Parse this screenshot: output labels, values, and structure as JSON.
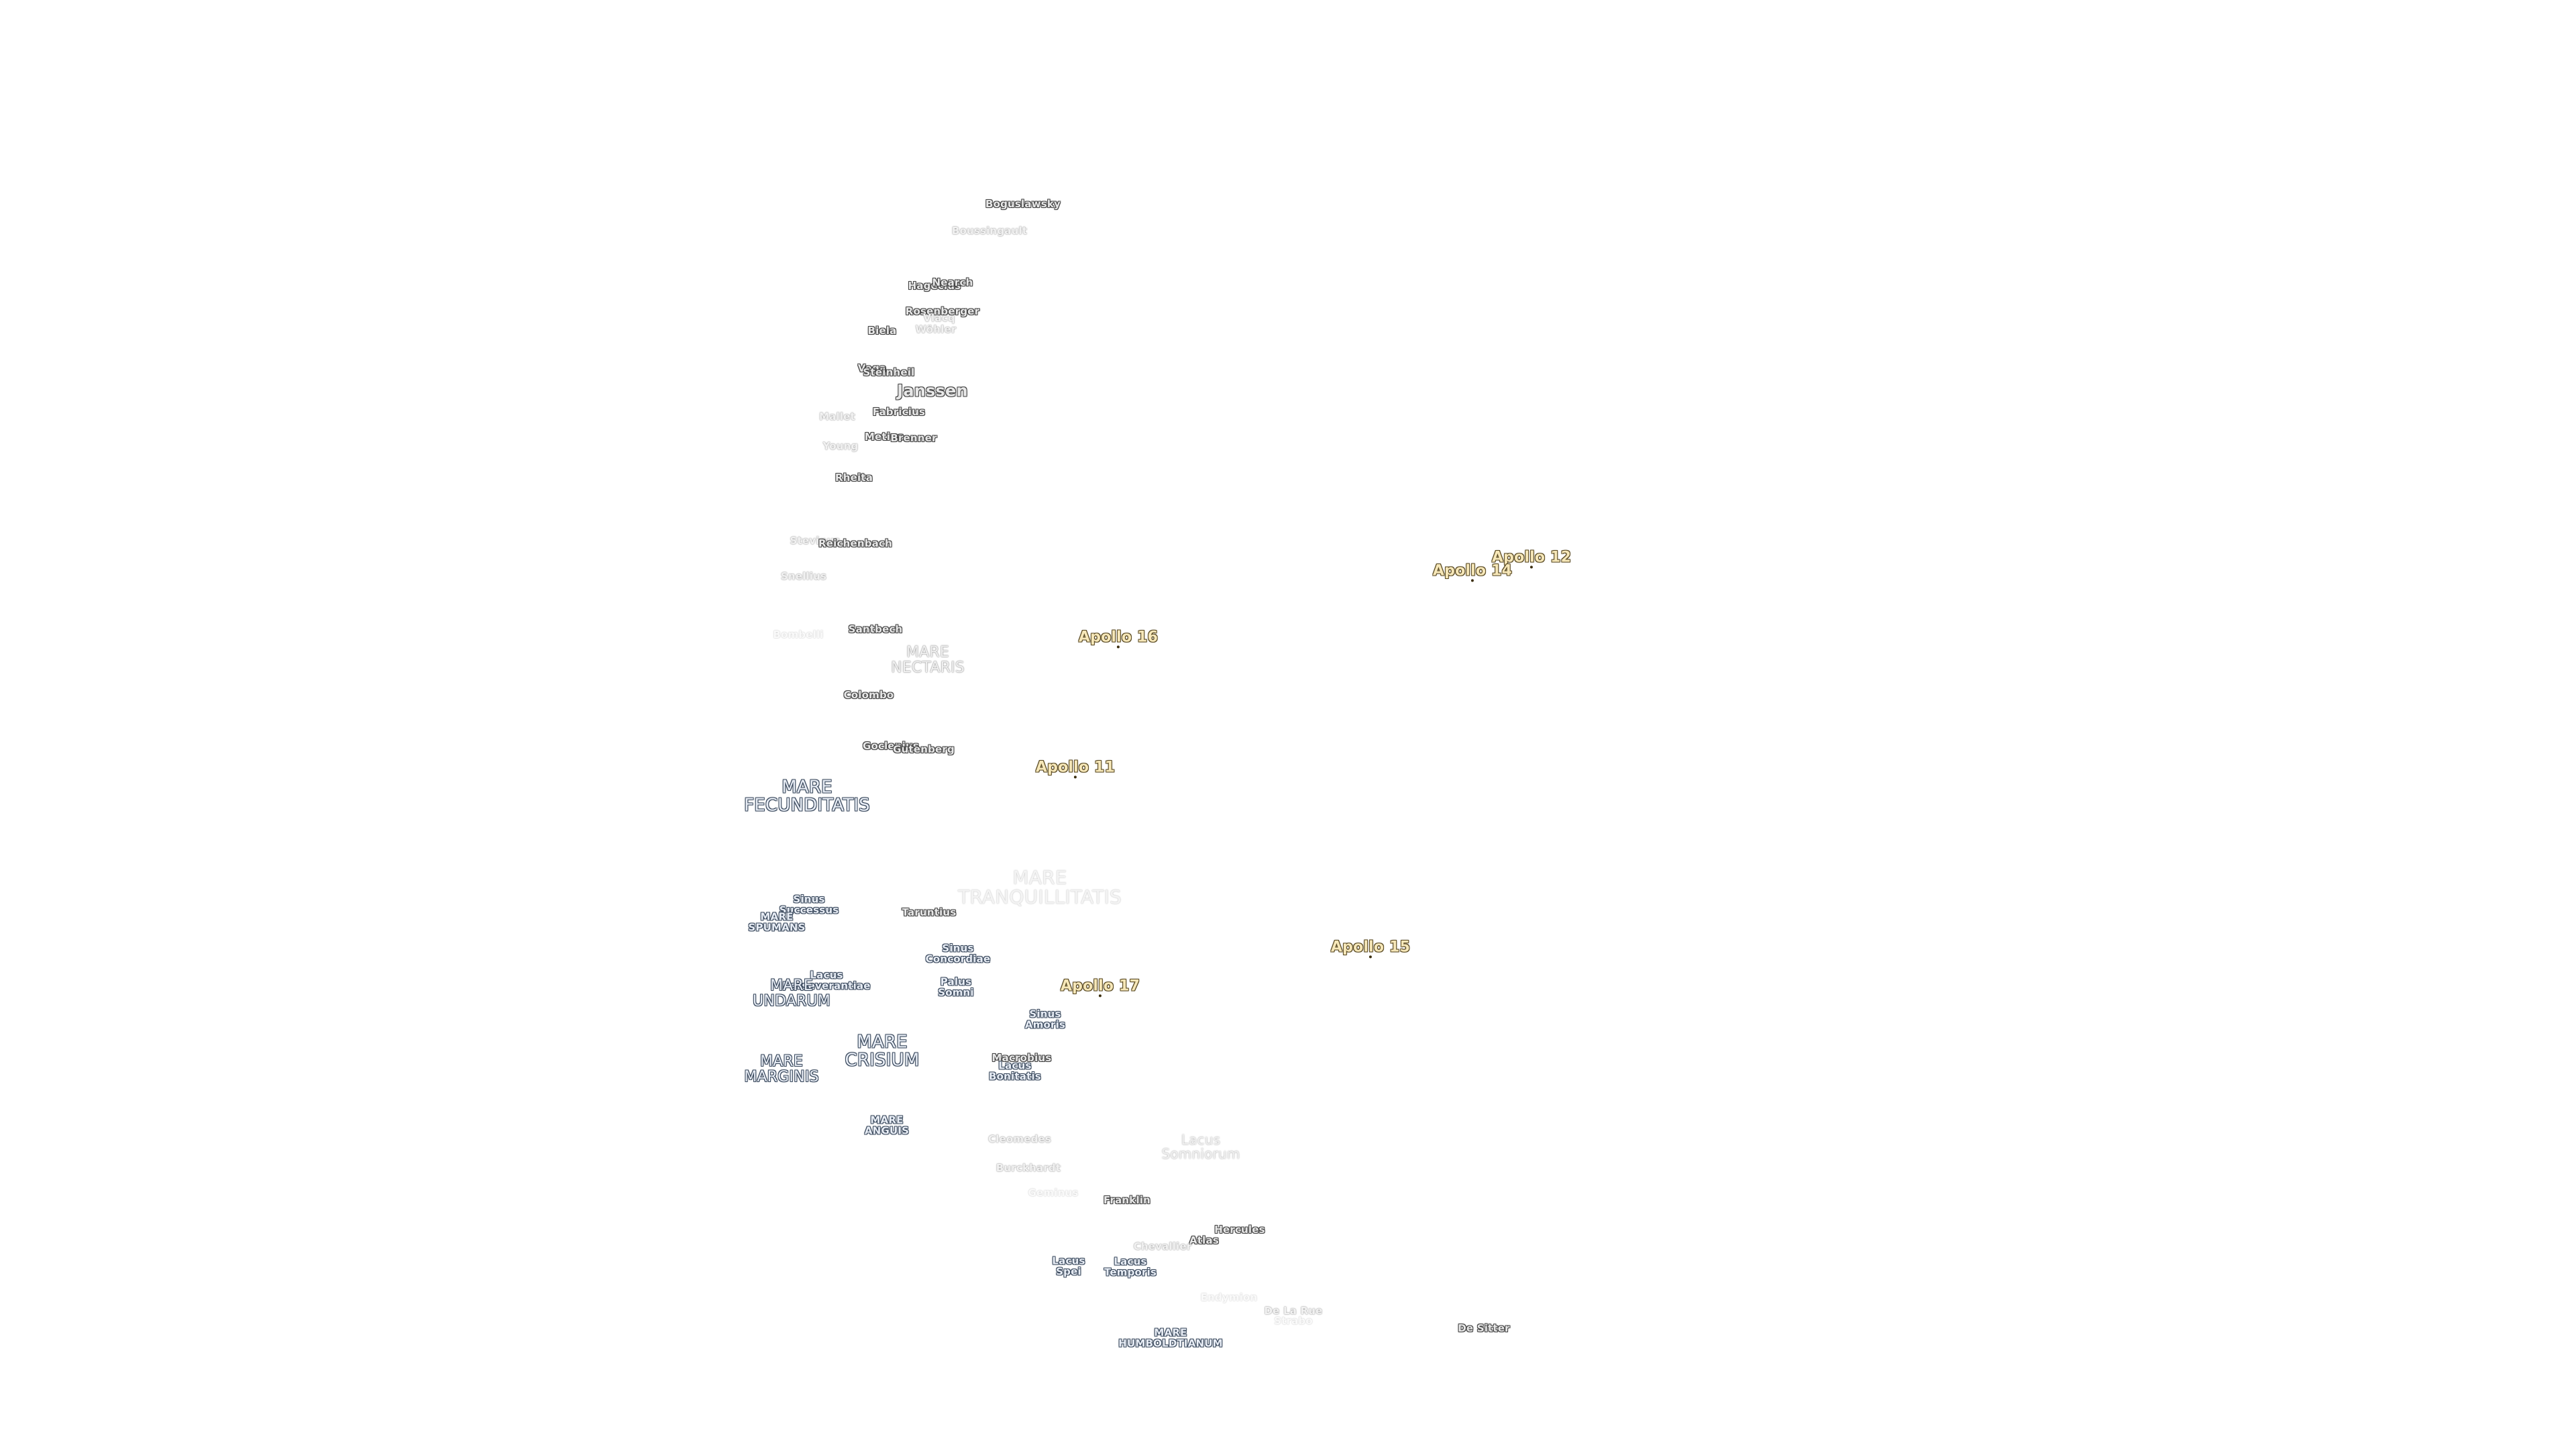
{
  "labels": [
    {
      "id": "boguslawsky",
      "text": "Boguslawsky",
      "kind": "crater"
    },
    {
      "id": "boussingault",
      "text": "Boussingault",
      "kind": "crater",
      "style": "dim"
    },
    {
      "id": "hagecius",
      "text": "Hagecius",
      "kind": "crater"
    },
    {
      "id": "biela",
      "text": "Biela",
      "kind": "crater"
    },
    {
      "id": "rosenberger",
      "text": "Rosenberger",
      "kind": "crater"
    },
    {
      "id": "vlacq",
      "text": "Vlacq",
      "kind": "crater",
      "style": "dim"
    },
    {
      "id": "wohler",
      "text": "Wöhler",
      "kind": "crater",
      "style": "dim"
    },
    {
      "id": "nearch",
      "text": "Nearch",
      "kind": "crater"
    },
    {
      "id": "vega",
      "text": "Vega",
      "kind": "crater"
    },
    {
      "id": "steinheil",
      "text": "Steinheil",
      "kind": "crater"
    },
    {
      "id": "janssen",
      "text": "Janssen",
      "kind": "crater",
      "style": "big"
    },
    {
      "id": "fabricius",
      "text": "Fabricius",
      "kind": "crater"
    },
    {
      "id": "mallet",
      "text": "Mallet",
      "kind": "crater",
      "style": "dim"
    },
    {
      "id": "metius",
      "text": "Metius",
      "kind": "crater"
    },
    {
      "id": "brenner",
      "text": "Brenner",
      "kind": "crater"
    },
    {
      "id": "young",
      "text": "Young",
      "kind": "crater",
      "style": "dim"
    },
    {
      "id": "rheita",
      "text": "Rheita",
      "kind": "crater"
    },
    {
      "id": "stevinus",
      "text": "Stevinus",
      "kind": "crater",
      "style": "dim"
    },
    {
      "id": "reichenbach",
      "text": "Reichenbach",
      "kind": "crater"
    },
    {
      "id": "snellius",
      "text": "Snellius",
      "kind": "crater",
      "style": "dim"
    },
    {
      "id": "bombelli",
      "text": "Bombelli",
      "kind": "crater",
      "style": "faint"
    },
    {
      "id": "santbech",
      "text": "Santbech",
      "kind": "crater"
    },
    {
      "id": "colombo",
      "text": "Colombo",
      "kind": "crater"
    },
    {
      "id": "goclenius",
      "text": "Goclenius",
      "kind": "crater"
    },
    {
      "id": "gutenberg",
      "text": "Gutenberg",
      "kind": "crater"
    },
    {
      "id": "taruntius",
      "text": "Taruntius",
      "kind": "crater"
    },
    {
      "id": "cleomedes",
      "text": "Cleomedes",
      "kind": "crater",
      "style": "dim"
    },
    {
      "id": "burckhardt",
      "text": "Burckhardt",
      "kind": "crater",
      "style": "dim"
    },
    {
      "id": "geminus",
      "text": "Geminus",
      "kind": "crater",
      "style": "faint"
    },
    {
      "id": "franklin",
      "text": "Franklin",
      "kind": "crater"
    },
    {
      "id": "hercules",
      "text": "Hercules",
      "kind": "crater"
    },
    {
      "id": "atlas",
      "text": "Atlas",
      "kind": "crater"
    },
    {
      "id": "chevallier",
      "text": "Chevallier",
      "kind": "crater",
      "style": "dim"
    },
    {
      "id": "endymion",
      "text": "Endymion",
      "kind": "crater",
      "style": "faint"
    },
    {
      "id": "de-la-rue",
      "text": "De La Rue",
      "kind": "crater",
      "style": "dim"
    },
    {
      "id": "strabo",
      "text": "Strabo",
      "kind": "crater",
      "style": "faint"
    },
    {
      "id": "de-sitter",
      "text": "De Sitter",
      "kind": "crater"
    },
    {
      "id": "mare-nectaris",
      "lines": [
        "MARE",
        "NECTARIS"
      ],
      "kind": "mare",
      "style": "dimmed"
    },
    {
      "id": "mare-fecunditatis",
      "lines": [
        "MARE",
        "FECUNDITATIS"
      ],
      "kind": "mare",
      "style": "big"
    },
    {
      "id": "mare-tranquillitatis",
      "lines": [
        "MARE",
        "TRANQUILLITATIS"
      ],
      "kind": "mare",
      "style": "faint"
    },
    {
      "id": "sinus-successus",
      "lines": [
        "Sinus",
        "Successus"
      ],
      "kind": "mare",
      "style": "small"
    },
    {
      "id": "mare-spumans",
      "lines": [
        "MARE",
        "SPUMANS"
      ],
      "kind": "mare",
      "style": "small"
    },
    {
      "id": "sinus-concordiae",
      "lines": [
        "Sinus",
        "Concordiae"
      ],
      "kind": "mare",
      "style": "small"
    },
    {
      "id": "lacus-perseverantiae",
      "lines": [
        "Lacus",
        "Perseverantiae"
      ],
      "kind": "mare",
      "style": "small"
    },
    {
      "id": "mare-undarum",
      "lines": [
        "MARE",
        "UNDARUM"
      ],
      "kind": "mare"
    },
    {
      "id": "palus-somni",
      "lines": [
        "Palus",
        "Somni"
      ],
      "kind": "mare",
      "style": "small"
    },
    {
      "id": "sinus-amoris",
      "lines": [
        "Sinus",
        "Amoris"
      ],
      "kind": "mare",
      "style": "small"
    },
    {
      "id": "mare-crisium",
      "lines": [
        "MARE",
        "CRISIUM"
      ],
      "kind": "mare",
      "style": "big"
    },
    {
      "id": "mare-marginis",
      "lines": [
        "MARE",
        "MARGINIS"
      ],
      "kind": "mare"
    },
    {
      "id": "macrobius",
      "text": "Macrobius",
      "kind": "crater"
    },
    {
      "id": "lacus-bonitatis",
      "lines": [
        "Lacus",
        "Bonitatis"
      ],
      "kind": "mare",
      "style": "small"
    },
    {
      "id": "mare-anguis",
      "lines": [
        "MARE",
        "ANGUIS"
      ],
      "kind": "mare",
      "style": "small"
    },
    {
      "id": "lacus-somniorum",
      "lines": [
        "Lacus",
        "Somniorum"
      ],
      "kind": "mare",
      "style": "dimsmall"
    },
    {
      "id": "lacus-spei",
      "lines": [
        "Lacus",
        "Spei"
      ],
      "kind": "mare",
      "style": "small"
    },
    {
      "id": "lacus-temporis",
      "lines": [
        "Lacus",
        "Temporis"
      ],
      "kind": "mare",
      "style": "small"
    },
    {
      "id": "mare-humboldtianum",
      "lines": [
        "MARE",
        "HUMBOLDTIANUM"
      ],
      "kind": "mare",
      "style": "small"
    },
    {
      "id": "apollo-12",
      "text": "Apollo 12",
      "kind": "apollo"
    },
    {
      "id": "apollo-14",
      "text": "Apollo 14",
      "kind": "apollo"
    },
    {
      "id": "apollo-16",
      "text": "Apollo 16",
      "kind": "apollo"
    },
    {
      "id": "apollo-11",
      "text": "Apollo 11",
      "kind": "apollo"
    },
    {
      "id": "apollo-15",
      "text": "Apollo 15",
      "kind": "apollo"
    },
    {
      "id": "apollo-17",
      "text": "Apollo 17",
      "kind": "apollo"
    }
  ]
}
